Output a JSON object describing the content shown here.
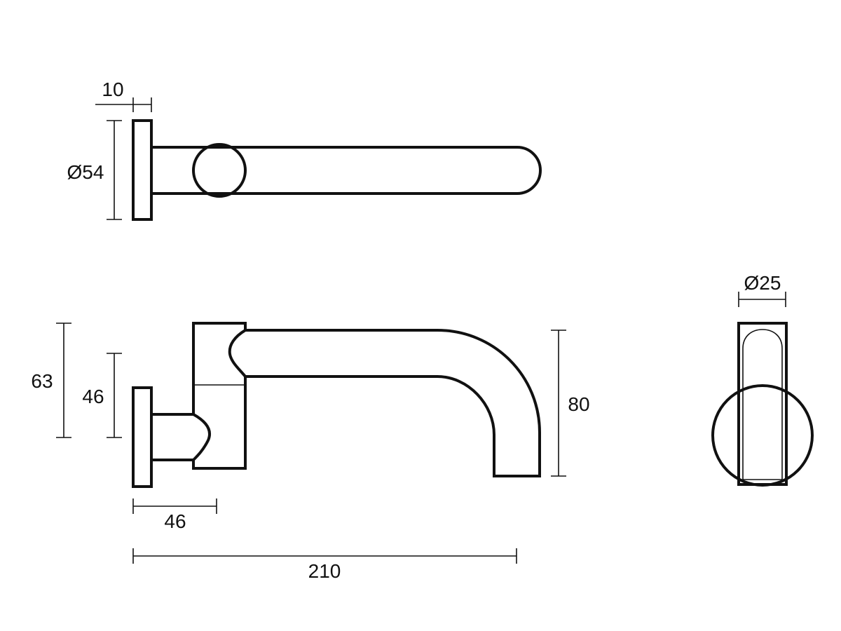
{
  "dimensions": {
    "plate_thickness": "10",
    "plate_diameter": "Ø54",
    "overall_height": "63",
    "plate_height": "46",
    "spout_drop": "80",
    "body_depth": "46",
    "overall_projection": "210",
    "spout_diameter": "Ø25"
  }
}
